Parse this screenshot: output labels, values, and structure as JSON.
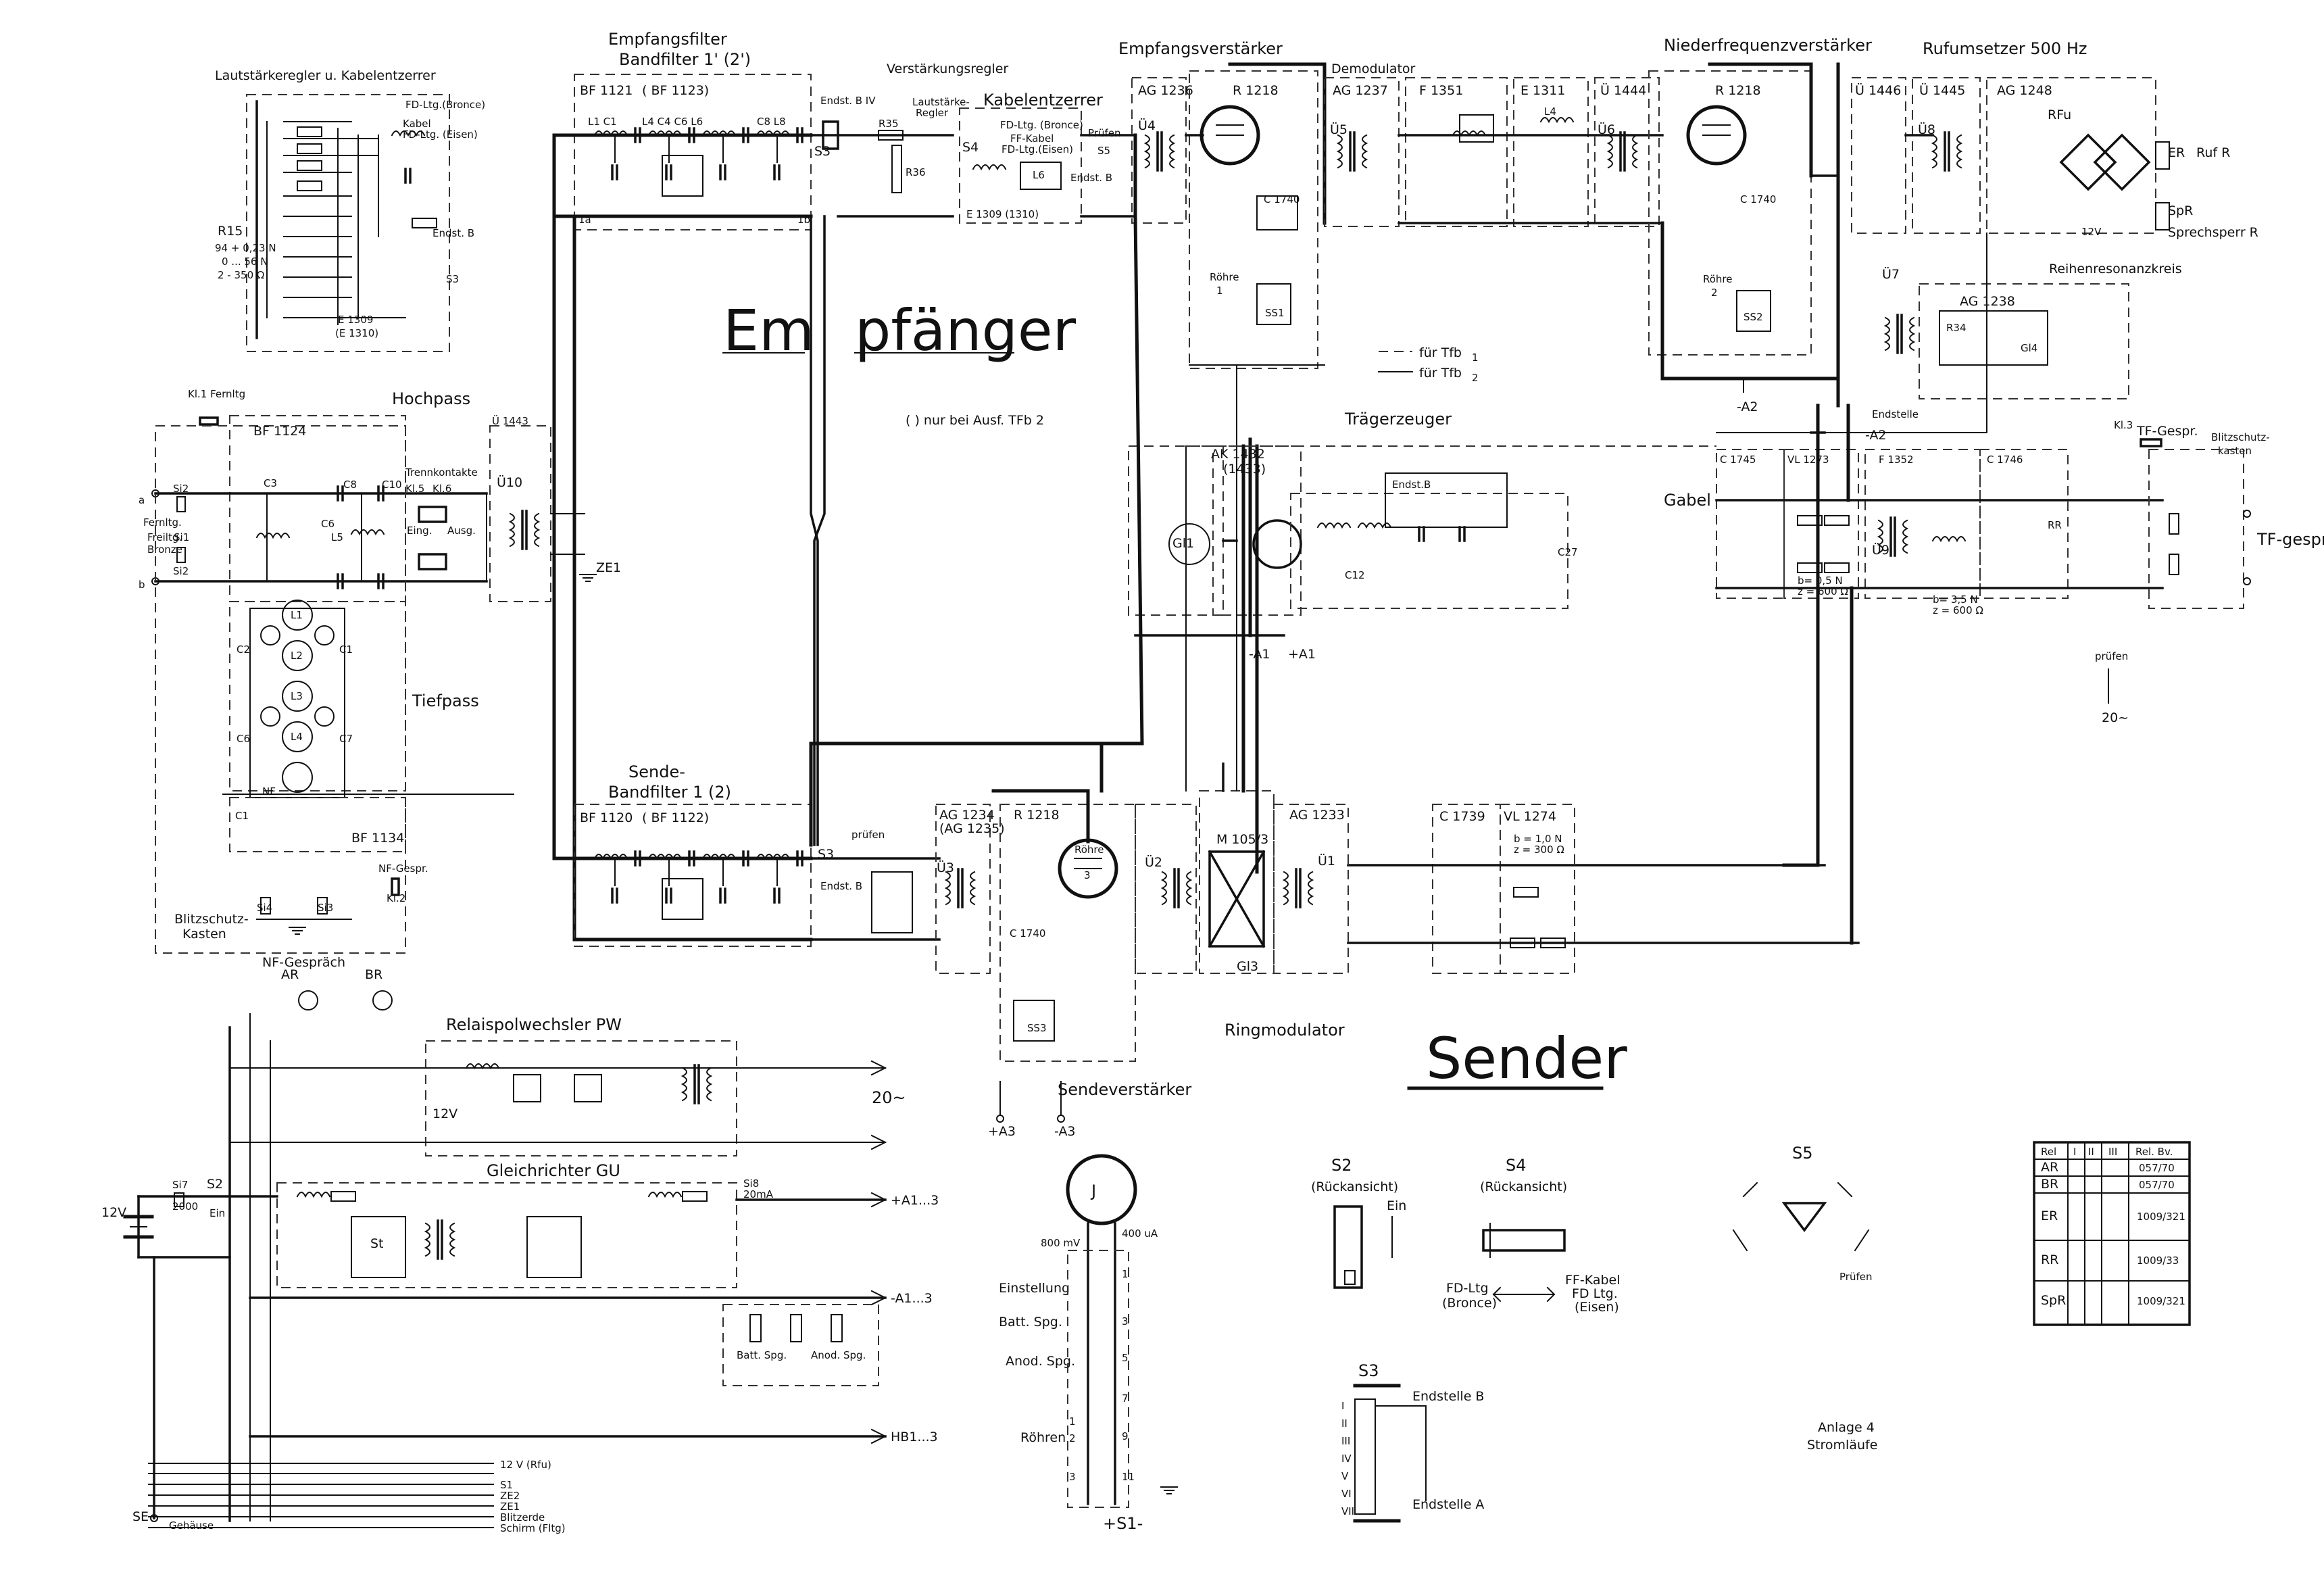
{
  "titles": {
    "empfaenger_a": "Em",
    "empfaenger_b": "pfänger",
    "sender": "Sender",
    "note_tfb2": "( ) nur bei Ausf. TFb 2",
    "legend_tfb1": "für Tfb",
    "legend_tfb1_sub": "1",
    "legend_tfb2": "für Tfb",
    "legend_tfb2_sub": "2",
    "anlage": "Anlage 4",
    "stromlaeufe": "Stromläufe"
  },
  "sections": {
    "lautstaerke": "Lautstärkeregler u. Kabelentzerrer",
    "hochpass": "Hochpass",
    "tiefpass": "Tiefpass",
    "empfangsfilter": "Empfangsfilter",
    "bandfilter_e": "Bandfilter 1' (2')",
    "verstaerkungsregler": "Verstärkungsregler",
    "kabelentzerrer": "Kabelentzerrer",
    "empfangsverstaerker": "Empfangsverstärker",
    "demodulator": "Demodulator",
    "niederfrequenz": "Niederfrequenzverstärker",
    "rufumsetzer": "Rufumsetzer 500 Hz",
    "reihenresonanz": "Reihenresonanzkreis",
    "traegerzeuger": "Trägerzeuger",
    "gabel": "Gabel",
    "sende": "Sende-",
    "bandfilter_s": "Bandfilter 1 (2)",
    "ringmodulator": "Ringmodulator",
    "sendeverstaerker": "Sendeverstärker",
    "relaispolwechsler": "Relaispolwechsler PW",
    "gleichrichter": "Gleichrichter GU",
    "blitzschutz_l": "Blitzschutz-",
    "blitzschutz_l2": "Kasten",
    "blitzschutz_r": "Blitzschutz-",
    "blitzschutz_r2": "kasten"
  },
  "blocks": {
    "bf1124": "BF 1124",
    "u1443": "Ü 1443",
    "bf1134": "BF 1134",
    "bf1121": "BF 1121",
    "bf1123": "( BF 1123)",
    "bf1120": "BF 1120",
    "bf1122": "( BF 1122)",
    "ag1236": "AG 1236",
    "r1218_e": "R 1218",
    "ag1237": "AG 1237",
    "f1351": "F 1351",
    "e1311": "E 1311",
    "u1444": "Ü 1444",
    "r1218_n": "R 1218",
    "u1446": "Ü 1446",
    "u1445": "Ü 1445",
    "ag1248": "AG 1248",
    "ag1238": "AG 1238",
    "ak1432": "AK 1432",
    "ak1433": "(1433)",
    "c1745": "C 1745",
    "vl1273": "VL 1273",
    "f1352": "F 1352",
    "c1746": "C 1746",
    "ag1234": "AG 1234",
    "ag1235": "(AG 1235)",
    "r1218_s": "R 1218",
    "m1053": "M 105/3",
    "ag1233": "AG 1233",
    "c1739": "C 1739",
    "vl1274": "VL 1274",
    "e1309": "E 1309 (1310)",
    "e1309l": "E 1309",
    "e1310l": "(E 1310)",
    "c1740_e": "C 1740",
    "c1740_s": "C 1740",
    "ss1": "SS1",
    "ss2": "SS2",
    "ss3": "SS3",
    "gl3": "Gl3",
    "gl1": "Gl1",
    "roehre_1": "Röhre",
    "roehre_1n": "1",
    "roehre_2": "Röhre",
    "roehre_2n": "2",
    "roehre_3": "Röhre",
    "roehre_3n": "3"
  },
  "labels": {
    "ze1": "ZE1",
    "nf": "NF",
    "kl1_fernltg": "Kl.1 Fernltg",
    "fernltg": "Fernltg.",
    "kl2": "Kl.2",
    "nf_gespr": "NF-Gespr.",
    "nf_gesprach": "NF-Gespräch",
    "ar": "AR",
    "br": "BR",
    "ruf_r": "Ruf R",
    "spr": "SpR",
    "sprechsperr": "Sprechsperr R",
    "er": "ER",
    "tf_gespr": "TF-Gespr.",
    "kl3": "Kl.3",
    "tf_gespraech": "TF-gespräch",
    "pruefen_u": "prüfen",
    "zwanzig": "20~",
    "zwanzig2": "20~",
    "zwoelfv": "12V",
    "zwoelfv_b": "12V",
    "twelve_rfu": "12 V (Rfu)",
    "a13": "+A1...3",
    "a13m": "-A1...3",
    "hb13": "HB1...3",
    "s1": "S1",
    "ze2": "ZE2",
    "ze1b": "ZE1",
    "blitzerde": "Blitzerde",
    "schirm": "Schirm (Fltg)",
    "se": "SE",
    "gehause": "Gehäuse",
    "plus_a3": "+A3",
    "minus_a3": "-A3",
    "minus_a1": "-A1",
    "plus_a1": "+A1",
    "minus_a2": "-A2",
    "minus_a2b": "-A2",
    "einstellung": "Einstellung",
    "batt_spg": "Batt. Spg.",
    "anod_spg": "Anod. Spg.",
    "roehren": "Röhren",
    "s1_bottom": "+S1-",
    "meter_j": "J",
    "meter_ua": "400 uA",
    "meter_mv": "800 mV",
    "s2_title": "S2",
    "s2_sub": "(Rückansicht)",
    "ein": "Ein",
    "s4_title": "S4",
    "s4_sub": "(Rückansicht)",
    "fd_ltg": "FD-Ltg",
    "bronce": "(Bronce)",
    "ff_kabel": "FF-Kabel",
    "fd_ltg2": "FD Ltg.",
    "eisen": "(Eisen)",
    "s5_title": "S5",
    "pruefen": "Prüfen",
    "s3_title": "S3",
    "endstelle_b": "Endstelle B",
    "endstelle_a": "Endstelle A",
    "r15": "R15",
    "r15_a": "94 + 0,23 N",
    "r15_b": "0 ... 56 N",
    "r15_c": "2 - 350 Ω",
    "gabel_b": "b= 0,5 N",
    "gabel_z": "z = 600 Ω",
    "gabel_b2": "b= 3,5 N",
    "gabel_z2": "z = 600 Ω",
    "vl_b": "b = 1,0 N",
    "vl_z": "z = 300 Ω",
    "trennkontakte": "Trennkontakte",
    "kl5": "Kl.5",
    "kl6": "Kl.6",
    "eing": "Eing.",
    "ausg": "Ausg.",
    "endst_biv": "Endst. B IV",
    "endst_bii": "Endst. B",
    "lautstaerke_regler": "Lautstärke-",
    "regler": "Regler",
    "fd_ltg_bronce": "FD-Ltg. (Bronce)",
    "ff_kabel_fd": "FF-Kabel",
    "fd_ltg_eisen": "FD-Ltg.(Eisen)",
    "pruefen_top": "Prüfen",
    "endst_b": "Endst. B",
    "endstelle": "Endstelle",
    "sendst": "Endst. B",
    "pruefen_s": "prüfen",
    "si8": "Si8",
    "si8_v": "20mA",
    "si7": "Si7",
    "si7_v": "2000",
    "s2": "S2",
    "ein2": "Ein",
    "betr_spg": "Batt. Spg.",
    "anod_spg2": "Anod. Spg."
  },
  "relay_table": {
    "headers": [
      "Rel",
      "I",
      "II",
      "III",
      "Rel. Bv."
    ],
    "rows": [
      {
        "rel": "AR",
        "bv": "057/70"
      },
      {
        "rel": "BR",
        "bv": "057/70"
      },
      {
        "rel": "ER",
        "bv": "1009/321"
      },
      {
        "rel": "RR",
        "bv": "1009/33"
      },
      {
        "rel": "SpR",
        "bv": "1009/321"
      }
    ]
  },
  "colors": {
    "ink": "#111111",
    "paper": "#ffffff"
  }
}
